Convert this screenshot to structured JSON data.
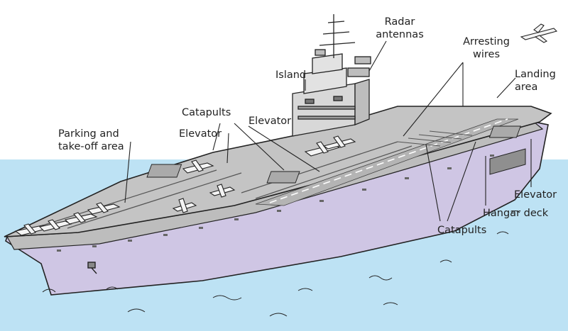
{
  "colors": {
    "sky": "#ffffff",
    "sea": "#bde2f4",
    "hull": "#cfc6e4",
    "deck": "#c4c4c4",
    "island": "#d8d8d8",
    "outline": "#222222"
  },
  "labels": {
    "radar_line1": "Radar",
    "radar_line2": "antennas",
    "arresting_line1": "Arresting",
    "arresting_line2": "wires",
    "landing_line1": "Landing",
    "landing_line2": "area",
    "island": "Island",
    "catapults_fore": "Catapults",
    "elevator_center": "Elevator",
    "elevator_fore": "Elevator",
    "parking_line1": "Parking and",
    "parking_line2": "take-off area",
    "elevator_aft": "Elevator",
    "hangar_deck": "Hangar deck",
    "catapults_waist": "Catapults"
  }
}
